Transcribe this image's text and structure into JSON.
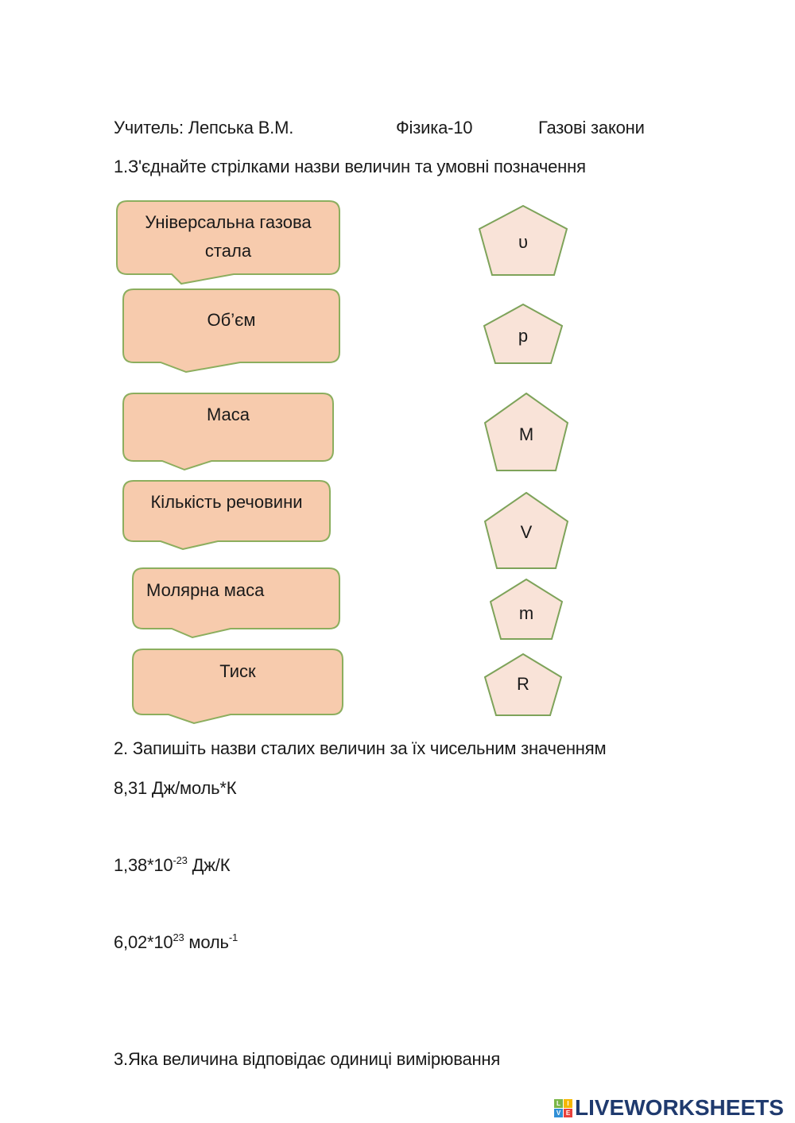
{
  "header": {
    "teacher": "Учитель: Лепська В.М.",
    "subject": "Фізика-10",
    "topic": "Газові закони"
  },
  "task1": {
    "title": "1.З'єднайте стрілками назви величин та умовні позначення",
    "names": [
      {
        "line1": "Універсальна газова",
        "line2": "стала"
      },
      {
        "line1": "Об’єм",
        "line2": ""
      },
      {
        "line1": "Маса",
        "line2": ""
      },
      {
        "line1": "Кількість речовини",
        "line2": ""
      },
      {
        "line1": "Молярна маса",
        "line2": ""
      },
      {
        "line1": "Тиск",
        "line2": ""
      }
    ],
    "symbols": [
      "υ",
      "p",
      "M",
      "V",
      "m",
      "R"
    ]
  },
  "task2": {
    "title": "2. Запишіть  назви сталих величин за їх чисельним значенням",
    "constants": [
      {
        "base": "8,31 Дж/моль*К",
        "exp": "",
        "unit": "",
        "unit_exp": ""
      },
      {
        "base": "1,38*10",
        "exp": "-23",
        "unit": " Дж/К",
        "unit_exp": ""
      },
      {
        "base": "6,02*10",
        "exp": "23",
        "unit": " моль",
        "unit_exp": "-1"
      }
    ]
  },
  "task3": {
    "title": "3.Яка величина відповідає одиниці вимірювання"
  },
  "branding": {
    "logo_letters": [
      "L",
      "I",
      "V",
      "E"
    ],
    "logo_colors": [
      "#7ab648",
      "#f5b700",
      "#2f8fd6",
      "#e8413c"
    ],
    "logo_text": "LIVEWORKSHEETS"
  },
  "colors": {
    "callout_fill": "#f7cbad",
    "callout_border": "#8cae5e",
    "pentagon_fill": "#f9e3d8",
    "pentagon_border": "#7ea35a"
  }
}
